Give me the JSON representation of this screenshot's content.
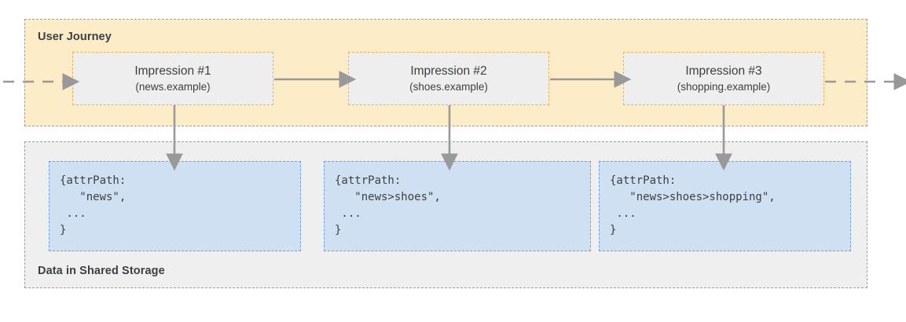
{
  "diagram": {
    "title_regions": {
      "journey": "User Journey",
      "storage": "Data in Shared Storage"
    },
    "colors": {
      "journey_fill": "#fdecc8",
      "journey_border": "#9e9e9e",
      "storage_fill": "#efefef",
      "storage_border": "#9e9e9e",
      "impression_fill": "#eeeeee",
      "impression_border": "#f5b14c",
      "data_fill": "#cfe0f3",
      "data_border": "#6d9eeb",
      "arrow": "#999999",
      "text": "#3c4043"
    },
    "impressions": [
      {
        "title": "Impression #1",
        "site": "(news.example)"
      },
      {
        "title": "Impression #2",
        "site": "(shoes.example)"
      },
      {
        "title": "Impression #3",
        "site": "(shopping.example)"
      }
    ],
    "storage_entries": [
      {
        "code": "{attrPath:\n   \"news\",\n ...\n}"
      },
      {
        "code": "{attrPath:\n   \"news>shoes\",\n ...\n}"
      },
      {
        "code": "{attrPath:\n   \"news>shoes>shopping\",\n ...\n}"
      }
    ],
    "flow": {
      "entry_arrow": "dashed-arrow-in",
      "exit_arrow": "dashed-arrow-out",
      "between_arrows": [
        "solid-arrow-right",
        "solid-arrow-right"
      ],
      "down_arrows": [
        "solid-arrow-down",
        "solid-arrow-down",
        "solid-arrow-down"
      ]
    }
  }
}
